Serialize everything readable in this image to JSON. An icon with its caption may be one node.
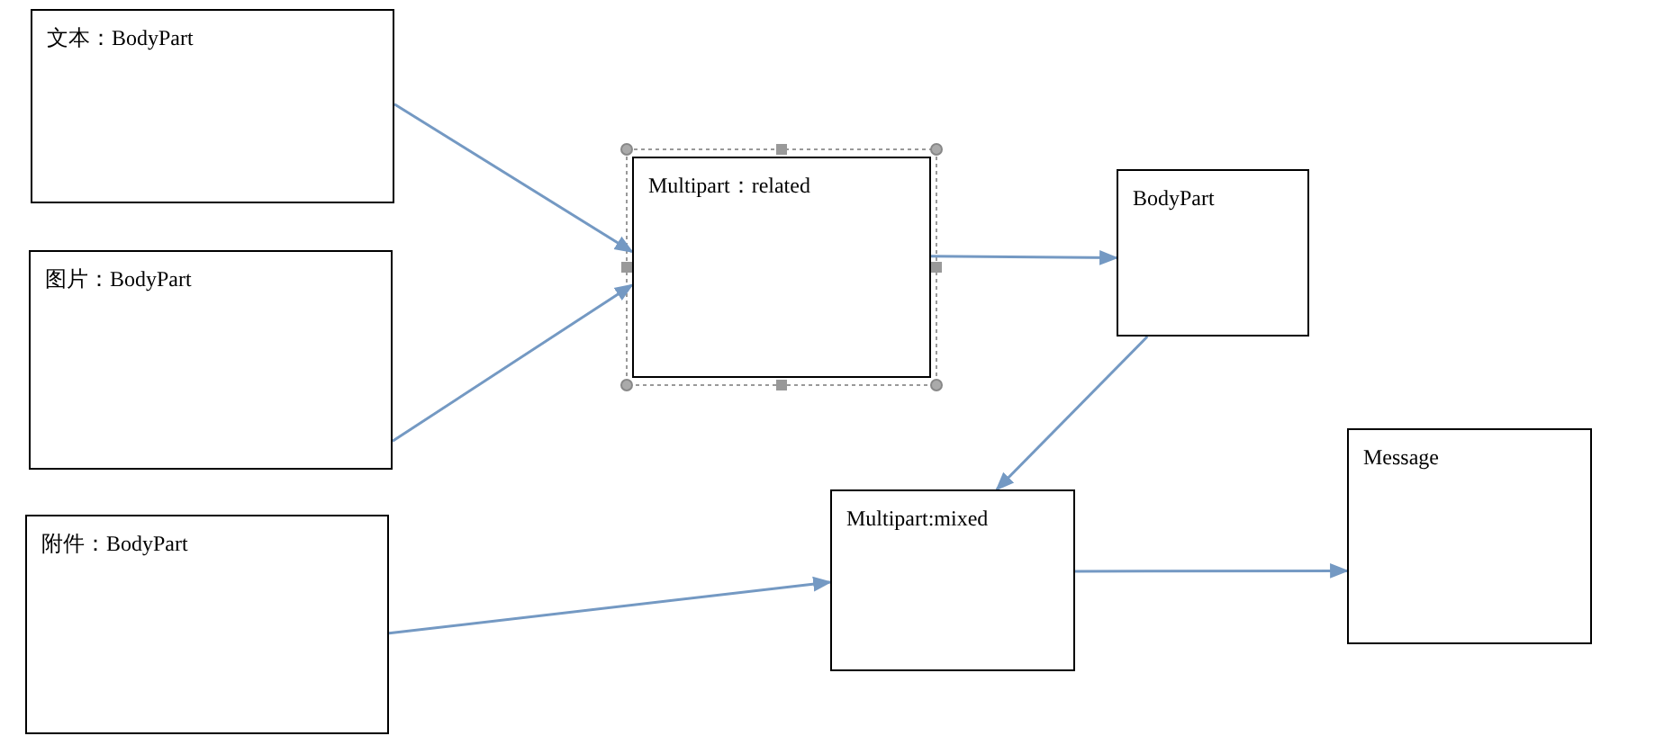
{
  "diagram": {
    "nodes": [
      {
        "text": [
          "文本：BodyPart"
        ]
      },
      {
        "text": [
          "图片：BodyPart"
        ]
      },
      {
        "text": [
          "Multipart：related"
        ]
      },
      {
        "text": [
          "BodyPart"
        ]
      },
      {
        "text": [
          "附件：BodyPart"
        ]
      },
      {
        "text": [
          "Multipart:mixed"
        ]
      },
      {
        "text": [
          "Message"
        ]
      }
    ],
    "edges": [
      {
        "from": 0,
        "to": 2,
        "arrow": "to"
      },
      {
        "from": 1,
        "to": 2,
        "arrow": "to"
      },
      {
        "from": 2,
        "to": 3,
        "arrow": "to"
      },
      {
        "from": 3,
        "to": 5,
        "arrow": "to"
      },
      {
        "from": 4,
        "to": 5,
        "arrow": "to"
      },
      {
        "from": 5,
        "to": 6,
        "arrow": "to"
      }
    ]
  }
}
